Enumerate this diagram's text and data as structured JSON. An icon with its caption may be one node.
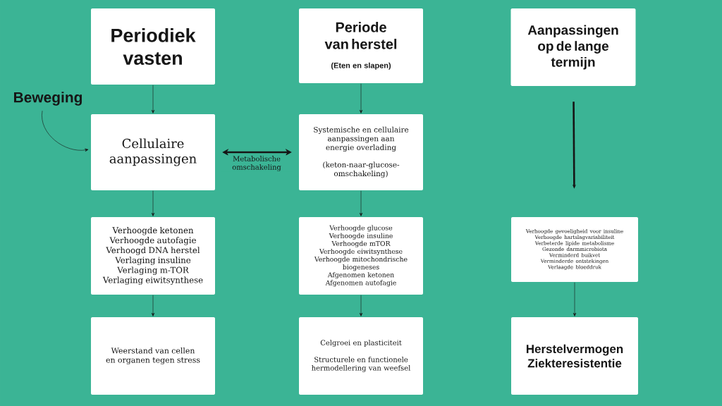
{
  "diagram": {
    "nodes": [
      {
        "text": [
          "Periodiek vasten"
        ]
      },
      {
        "text": [
          "Periode van herstel",
          "(Eten en slapen)"
        ]
      },
      {
        "text": [
          "Aanpassingen op de lange termijn"
        ]
      },
      {
        "text": [
          "Beweging"
        ]
      },
      {
        "text": [
          "Cellulaire aanpassingen"
        ]
      },
      {
        "text": [
          "Systemische en cellulaire aanpassingen aan energie overlading",
          "(keton-naar-glucose-omschakeling)"
        ]
      },
      {
        "text": [
          "Verhoogde ketonen",
          "Verhoogde autofagie",
          "Verhoogd DNA herstel",
          "Verlaging insuline",
          "Verlaging m-TOR",
          "Verlaging eiwitsynthese"
        ]
      },
      {
        "text": [
          "Verhoogde glucose",
          "Verhoogde insuline",
          "Verhoogde mTOR",
          "Verhoogde eiwitsynthese",
          "Verhoogde mitochondrische biogeneses",
          "Afgenomen ketonen",
          "Afgenomen autofagie"
        ]
      },
      {
        "text": [
          "Verhoogde gevoeligheid voor insuline",
          "Verhoogde hartslagvariabiliteit",
          "Verbeterde lipide metabolisme",
          "Gezonde darmmicrobiota",
          "Verminderd buikvet",
          "Verminderde ontstekingen",
          "Verlaagde bloeddruk"
        ]
      },
      {
        "text": [
          "Weerstand van cellen en organen tegen stress"
        ]
      },
      {
        "text": [
          "Celgroei en plasticiteit",
          "Structurele en functionele hermodellering van weefsel"
        ]
      },
      {
        "text": [
          "Herstelvermogen",
          "Ziekteresistentie"
        ]
      }
    ],
    "edges": [
      {
        "from": 3,
        "to": 4,
        "arrow": "to"
      },
      {
        "from": 0,
        "to": 4,
        "arrow": "to"
      },
      {
        "from": 4,
        "to": 5,
        "arrow": "both",
        "label": "Metabolische omschakeling",
        "style": "thick"
      },
      {
        "from": 1,
        "to": 5,
        "arrow": "to"
      },
      {
        "from": 2,
        "to": 8,
        "arrow": "to",
        "style": "thick"
      },
      {
        "from": 4,
        "to": 6,
        "arrow": "to"
      },
      {
        "from": 5,
        "to": 7,
        "arrow": "to"
      },
      {
        "from": 6,
        "to": 9,
        "arrow": "to"
      },
      {
        "from": 7,
        "to": 10,
        "arrow": "to"
      },
      {
        "from": 8,
        "to": 11,
        "arrow": "to"
      }
    ]
  }
}
